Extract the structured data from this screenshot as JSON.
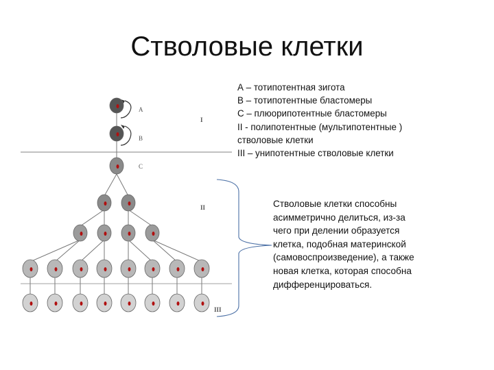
{
  "title": "Стволовые клетки",
  "legend": [
    "А – тотипотентная зигота",
    "В – тотипотентные бластомеры",
    "С – плюорипотентные бластомеры",
    "II -  полипотентные (мультипотентные )",
    "стволовые клетки",
    "III – унипотентные стволовые клетки"
  ],
  "description": [
    "Стволовые клетки способны",
    "асимметрично делиться, из-за",
    "чего при делении образуется",
    "клетка, подобная материнской",
    "(самовоспроизведение), а также",
    "новая клетка, которая способна",
    "дифференцироваться."
  ],
  "diagram": {
    "stage_labels": {
      "a": "A",
      "b": "B",
      "c": "C"
    },
    "level_labels": {
      "one": "I",
      "two": "II",
      "three": "III"
    },
    "colors": {
      "cell_dark": "#555555",
      "cell_mid": "#8a8a8a",
      "cell_light": "#d2d2d2",
      "nucleus": "#b01010",
      "lines": "#777777"
    }
  }
}
